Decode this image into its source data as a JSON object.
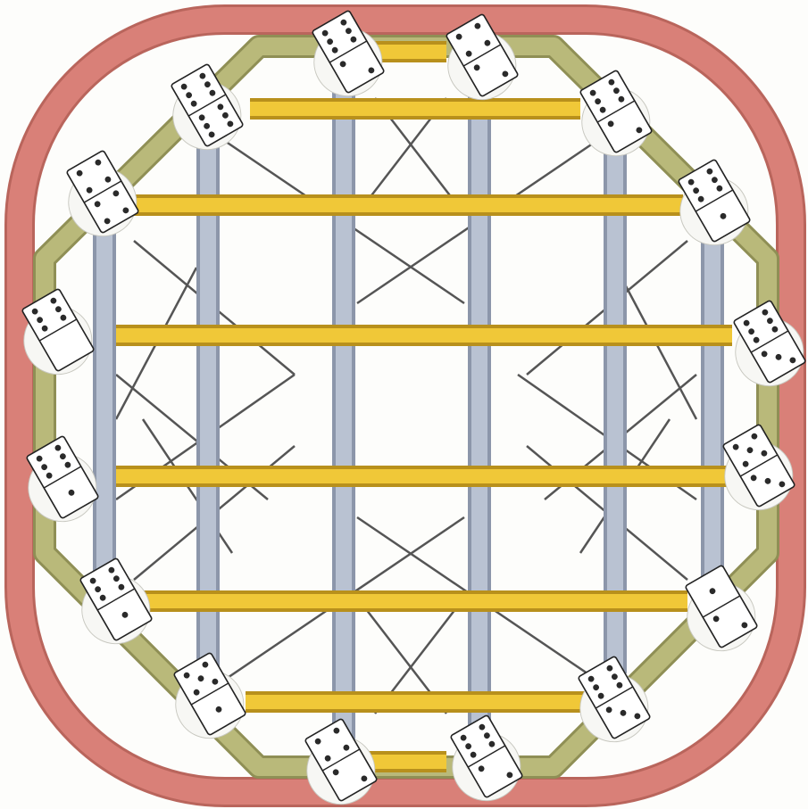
{
  "title": "",
  "colors": {
    "outer_ring": "#d98078",
    "outer_ring_edge": "#b9655c",
    "inner_ring": "#b9b97a",
    "inner_ring_edge": "#8f8f55",
    "horizontal_bars": "#f0c838",
    "horizontal_bars_edge": "#b8901c",
    "vertical_bars": "#b9c2d2",
    "vertical_bars_edge": "#8c96aa",
    "diagonal_lines": "#555555",
    "domino_face": "#ffffff",
    "pip": "#2a2a2a"
  },
  "dominoes": [
    {
      "id": "top-left-a",
      "pips": [
        6,
        2
      ]
    },
    {
      "id": "top-right-a",
      "pips": [
        4,
        2
      ]
    },
    {
      "id": "upper-left",
      "pips": [
        6,
        6
      ]
    },
    {
      "id": "upper-right",
      "pips": [
        6,
        2
      ]
    },
    {
      "id": "left-top",
      "pips": [
        4,
        4
      ]
    },
    {
      "id": "right-top",
      "pips": [
        6,
        1
      ]
    },
    {
      "id": "left-mid-upper",
      "pips": [
        6,
        0
      ]
    },
    {
      "id": "right-mid-upper",
      "pips": [
        6,
        3
      ]
    },
    {
      "id": "left-mid-lower",
      "pips": [
        6,
        1
      ]
    },
    {
      "id": "right-mid-lower",
      "pips": [
        5,
        3
      ]
    },
    {
      "id": "left-bottom",
      "pips": [
        6,
        1
      ]
    },
    {
      "id": "right-bottom",
      "pips": [
        1,
        2
      ]
    },
    {
      "id": "lower-left",
      "pips": [
        5,
        1
      ]
    },
    {
      "id": "lower-right",
      "pips": [
        6,
        3
      ]
    },
    {
      "id": "bottom-left",
      "pips": [
        4,
        2
      ]
    },
    {
      "id": "bottom-right",
      "pips": [
        6,
        2
      ]
    }
  ]
}
